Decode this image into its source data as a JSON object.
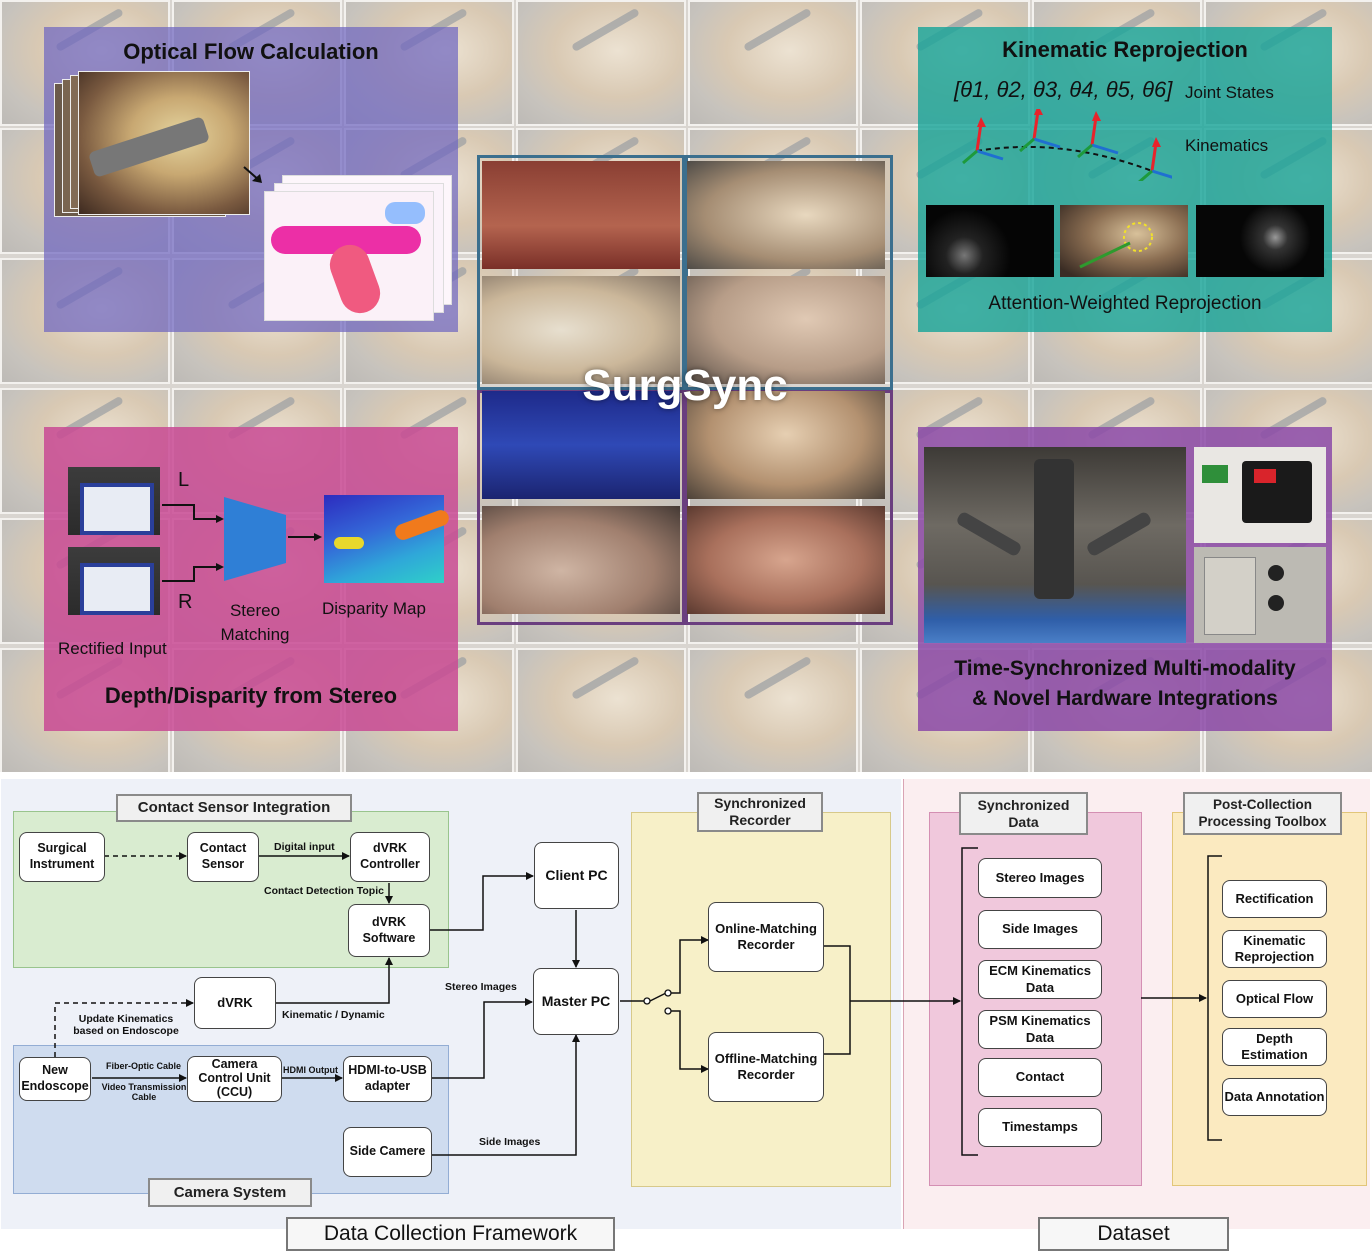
{
  "top": {
    "center_title": "SurgSync",
    "optical_flow": {
      "title": "Optical Flow Calculation"
    },
    "kinematic": {
      "title": "Kinematic Reprojection",
      "joint_vector": "[θ1, θ2, θ3, θ4, θ5, θ6]",
      "joint_label": "Joint States",
      "kin_label": "Kinematics",
      "caption": "Attention-Weighted Reprojection"
    },
    "depth": {
      "title": "Depth/Disparity from Stereo",
      "left_letter": "L",
      "right_letter": "R",
      "rectified": "Rectified Input",
      "stereo": "Stereo Matching",
      "disparity": "Disparity Map"
    },
    "hardware": {
      "title_line1": "Time-Synchronized Multi-modality",
      "title_line2": "& Novel Hardware Integrations"
    }
  },
  "diagram": {
    "contact_section": "Contact Sensor Integration",
    "camera_section": "Camera System",
    "recorder_section": "Synchronized Recorder",
    "data_section": "Synchronized Data",
    "toolbox_section": "Post-Collection Processing Toolbox",
    "nodes": {
      "surgical_instrument": "Surgical Instrument",
      "contact_sensor": "Contact Sensor",
      "dvrk_controller": "dVRK Controller",
      "dvrk_software": "dVRK Software",
      "dvrk": "dVRK",
      "new_endoscope": "New Endoscope",
      "ccu": "Camera Control Unit (CCU)",
      "hdmi_usb": "HDMI-to-USB adapter",
      "side_camera": "Side Camere",
      "client_pc": "Client PC",
      "master_pc": "Master PC",
      "online": "Online-Matching Recorder",
      "offline": "Offline-Matching Recorder"
    },
    "edge_labels": {
      "digital_input": "Digital input",
      "contact_topic": "Contact Detection Topic",
      "kin_dyn": "Kinematic / Dynamic",
      "update_kin": "Update Kinematics based on Endoscope",
      "fiber": "Fiber-Optic Cable",
      "video": "Video Transmission Cable",
      "hdmi_out": "HDMI Output",
      "stereo_images": "Stereo Images",
      "side_images": "Side Images"
    },
    "data_items": [
      "Stereo Images",
      "Side Images",
      "ECM Kinematics Data",
      "PSM Kinematics Data",
      "Contact",
      "Timestamps"
    ],
    "toolbox_items": [
      "Rectification",
      "Kinematic Reprojection",
      "Optical Flow",
      "Depth Estimation",
      "Data Annotation"
    ],
    "footer_left": "Data Collection Framework",
    "footer_right": "Dataset"
  },
  "colors": {
    "optical_panel": "#6f66c0",
    "kinematic_panel": "#1aa59a",
    "depth_panel": "#c84a94",
    "hardware_panel": "#8c4aa8",
    "contact_bg": "#d9ecd0",
    "camera_bg": "#cfdcef",
    "recorder_bg": "#f7f0c8",
    "data_bg": "#f0c8dc",
    "toolbox_bg": "#fbeac0"
  }
}
